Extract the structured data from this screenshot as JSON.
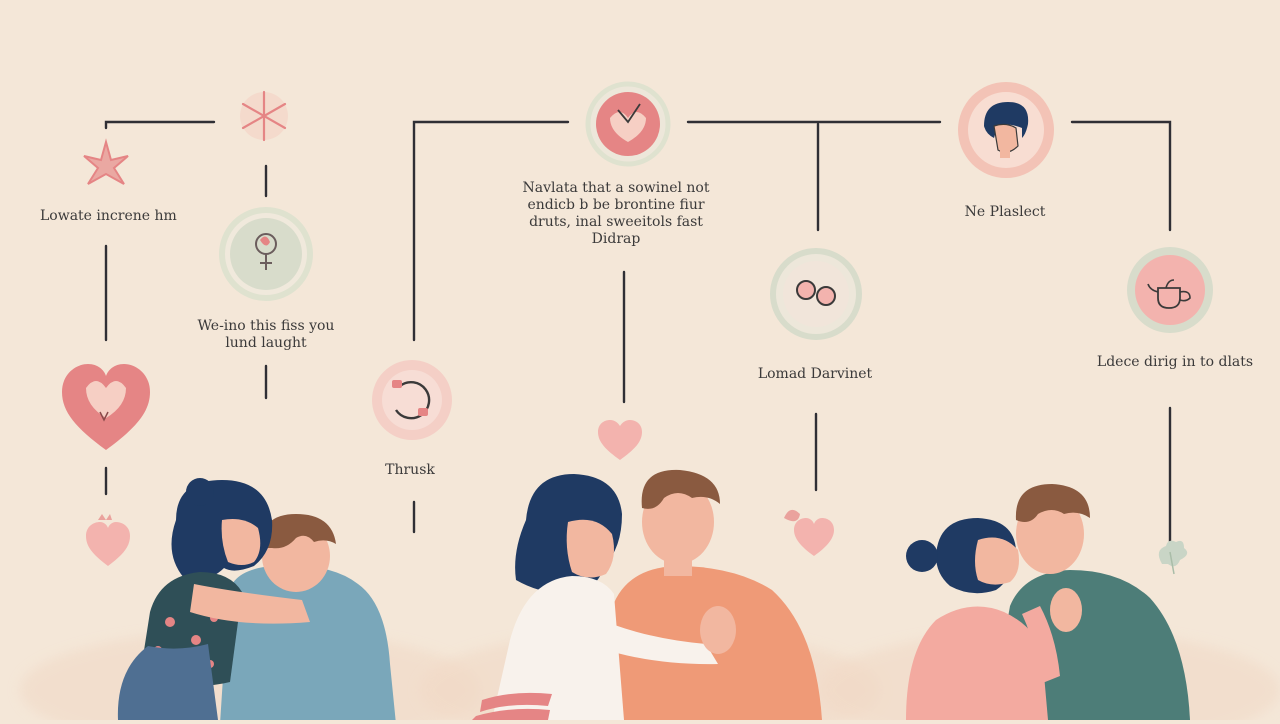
{
  "palette": {
    "background": "#f4e7d8",
    "line": "#2f2f35",
    "coral": "#e58585",
    "pink": "#f3b3ae",
    "sage": "#d8dccb",
    "navy": "#1f3a63",
    "brown": "#8a5a40",
    "teal": "#4d7d78",
    "blue": "#7aa7ba",
    "orange": "#ef9a77",
    "skin": "#f2b7a0"
  },
  "labels": {
    "lowate": "Lowate increne hm",
    "weino_line1": "We-ino this fiss you",
    "weino_line2": "lund laught",
    "thrusk": "Thrusk",
    "navlata_line1": "Navlata that a sowinel not",
    "navlata_line2": "endicb b be brontine fiur",
    "navlata_line3": "druts, inal sweeitols fast",
    "navlata_line4": "Didrap",
    "ne_plaslect": "Ne Plaslect",
    "lomad": "Lomad Darvinet",
    "ldece": "Ldece dirig in to dlats"
  },
  "icons": {
    "star_left": "star-icon",
    "sparkle_top": "sparkle-icon",
    "heart_big": "heart-icon",
    "female_symbol": "venus-icon",
    "heart_small_left": "heart-icon",
    "loop_arrows": "refresh-icon",
    "torn_heart": "broken-heart-icon",
    "small_heart_center": "heart-icon",
    "face_portrait": "face-icon",
    "rings": "rings-icon",
    "teapot": "teapot-icon",
    "heart_flower": "heart-icon",
    "leaf": "leaf-icon"
  }
}
